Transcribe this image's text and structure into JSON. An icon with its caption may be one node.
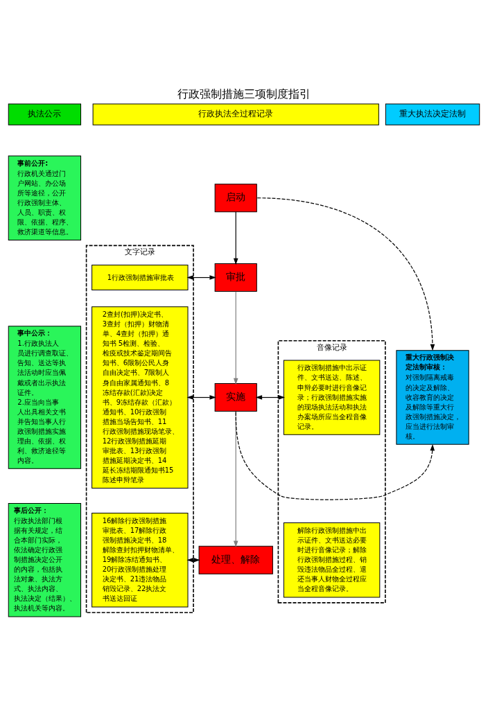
{
  "diagram": {
    "title": "行政强制措施三项制度指引",
    "nodes": [
      {
        "text": [
          "执法公示"
        ]
      },
      {
        "text": [
          "行政执法全过程记录"
        ]
      },
      {
        "text": [
          "重大执法决定法制"
        ]
      },
      {
        "text": [
          "事前公开:",
          "行政机关通过门户网站、办公场所等途径，公开行政强制主体、人员、职责、权限、依据、程序、救济渠道等信息。"
        ]
      },
      {
        "text": [
          "事中公示：",
          "1.行政执法人员进行调查取证、告知、送达等执法活动时应当佩戴或者出示执法证件。",
          "2.应当向当事人出具相关文书并告知当事人行政强制措施实施理由、依据、权利、救济途径等内容。"
        ]
      },
      {
        "text": [
          "事后公开：",
          "行政执法部门根据有关规定，结合本部门实际，依法确定行政强制措施决定公开的内容，包括执法对象、执法方式、执法内容、执法决定（结果）、执法机关等内容。"
        ]
      },
      {
        "text": [
          "文字记录"
        ]
      },
      {
        "text": [
          "1行政强制措施审批表"
        ],
        "in": 6
      },
      {
        "text": [
          "2查封(扣押)决定书、3查封（扣押）财物清单、4查封（扣押）通知书 5检测、检验、检疫或技术鉴定期间告知书、6限制公民人身自由决定书、7限制人身自由家属通知书、8冻结存款(汇款)决定书、9冻结存款（汇款）通知书、10行政强制措施当场告知书、11行政强制措施现场笔录、12行政强制措施延期审批表、13行政强制措施延期决定书、14延长冻结期限通知书15陈述申辩笔录"
        ],
        "in": 6
      },
      {
        "text": [
          "16解除行政强制措施审批表、17解除行政强制措施决定书、18解除查封扣押财物清单、19解除冻结通知书、20行政强制措施处理决定书、21违法物品销毁记录、22执法文书送达回证"
        ],
        "in": 6
      },
      {
        "text": [
          "启动"
        ]
      },
      {
        "text": [
          "审批"
        ]
      },
      {
        "text": [
          "实施"
        ]
      },
      {
        "text": [
          "处理、解除"
        ]
      },
      {
        "text": [
          "音像记录"
        ]
      },
      {
        "text": [
          "行政强制措施中出示证件、文书送达、陈述、申辩必要时进行音像记录；行政强制措施实施的现场执法活动和执法办案场所应当全程音像记录。"
        ],
        "in": 14
      },
      {
        "text": [
          "解除行政强制措施中出示证件、文书送达必要时进行音像记录；解除行政强制措施过程、销毁违法物品全过程、退还当事人财物全过程应当全程音像记录。"
        ],
        "in": 14
      },
      {
        "text": [
          "重大行政强制决定法制审核：",
          "对强制隔离戒毒的决定及解除、收容教育的决定及解除等重大行政强制措施决定，应当进行法制审核。"
        ]
      }
    ],
    "edges": [
      {
        "from": 10,
        "to": 11,
        "arrow": "to"
      },
      {
        "from": 11,
        "to": 12,
        "arrow": "to",
        "color": "#808080"
      },
      {
        "from": 12,
        "to": 13,
        "arrow": "to",
        "color": "#808080"
      },
      {
        "from": 7,
        "to": 11,
        "arrow": "both"
      },
      {
        "from": 8,
        "to": 12,
        "arrow": "both"
      },
      {
        "from": 12,
        "to": 15,
        "arrow": "both"
      },
      {
        "from": 9,
        "to": 13,
        "arrow": "both"
      },
      {
        "from": 10,
        "to": 17,
        "arrow": "to",
        "style": "dashed"
      },
      {
        "from": 12,
        "to": 17,
        "arrow": "to",
        "style": "dashed"
      }
    ]
  }
}
